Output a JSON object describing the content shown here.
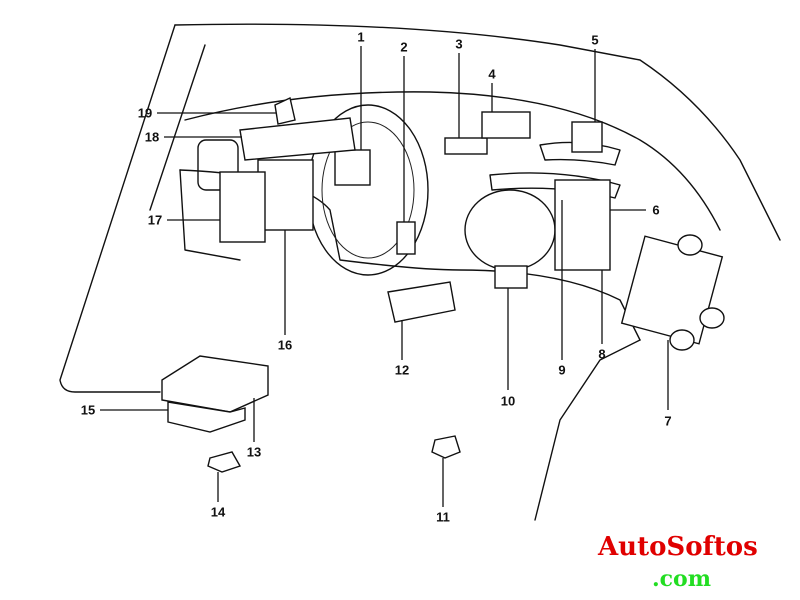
{
  "callouts": [
    {
      "id": "1",
      "label": "1"
    },
    {
      "id": "2",
      "label": "2"
    },
    {
      "id": "3",
      "label": "3"
    },
    {
      "id": "4",
      "label": "4"
    },
    {
      "id": "5",
      "label": "5"
    },
    {
      "id": "6",
      "label": "6"
    },
    {
      "id": "7",
      "label": "7"
    },
    {
      "id": "8",
      "label": "8"
    },
    {
      "id": "9",
      "label": "9"
    },
    {
      "id": "10",
      "label": "10"
    },
    {
      "id": "11",
      "label": "11"
    },
    {
      "id": "12",
      "label": "12"
    },
    {
      "id": "13",
      "label": "13"
    },
    {
      "id": "14",
      "label": "14"
    },
    {
      "id": "15",
      "label": "15"
    },
    {
      "id": "16",
      "label": "16"
    },
    {
      "id": "17",
      "label": "17"
    },
    {
      "id": "18",
      "label": "18"
    },
    {
      "id": "19",
      "label": "19"
    }
  ],
  "watermark": {
    "line1": "AutoSoftos",
    "line2": ".com",
    "color1": "#e00000",
    "color2": "#22dd22"
  }
}
